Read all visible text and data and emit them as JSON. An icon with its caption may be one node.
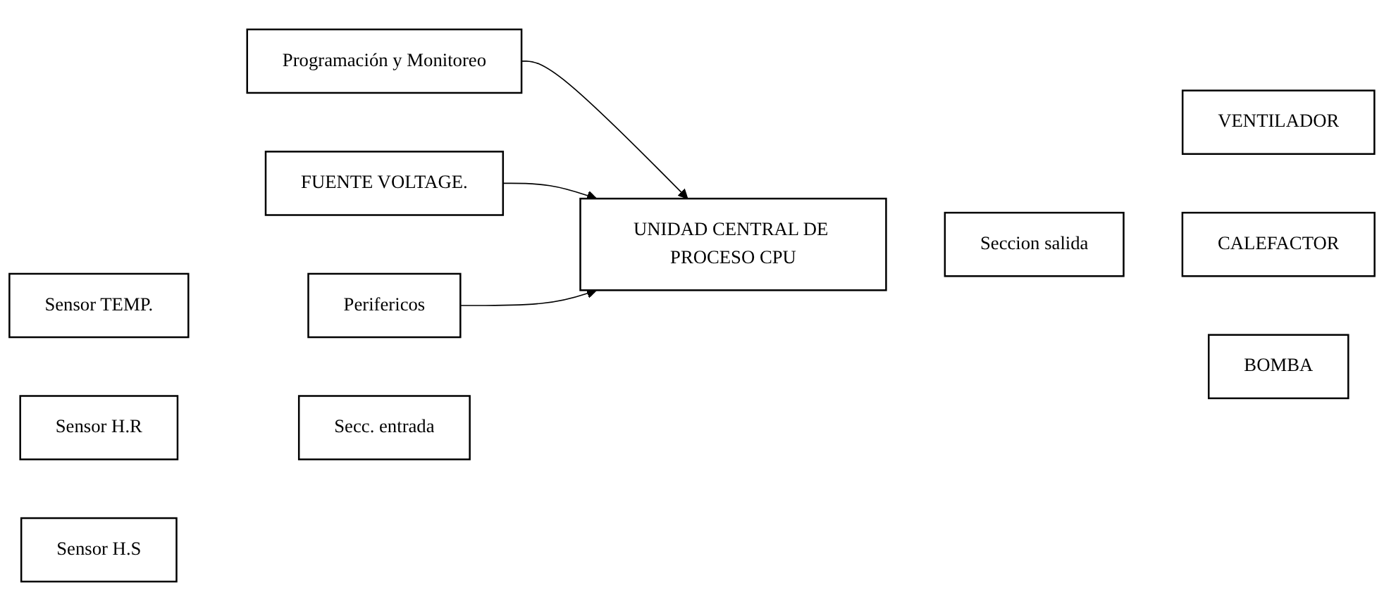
{
  "diagram": {
    "nodes": [
      {
        "text": [
          "Sensor TEMP."
        ]
      },
      {
        "text": [
          "Sensor H.R"
        ]
      },
      {
        "text": [
          "Sensor H.S"
        ]
      },
      {
        "text": [
          "Secc. entrada"
        ]
      },
      {
        "text": [
          "Programación y Monitoreo"
        ]
      },
      {
        "text": [
          "UNIDAD CENTRAL DE PROCESO CPU"
        ]
      },
      {
        "text": [
          "FUENTE VOLTAGE."
        ]
      },
      {
        "text": [
          "Perifericos"
        ]
      },
      {
        "text": [
          "Seccion salida"
        ]
      },
      {
        "text": [
          "VENTILADOR"
        ]
      },
      {
        "text": [
          "CALEFACTOR"
        ]
      },
      {
        "text": [
          "BOMBA"
        ]
      }
    ],
    "edges": [
      {
        "from": 4,
        "to": 5,
        "arrow": "to"
      },
      {
        "from": 6,
        "to": 5,
        "arrow": "to"
      },
      {
        "from": 7,
        "to": 5,
        "arrow": "to"
      }
    ]
  }
}
